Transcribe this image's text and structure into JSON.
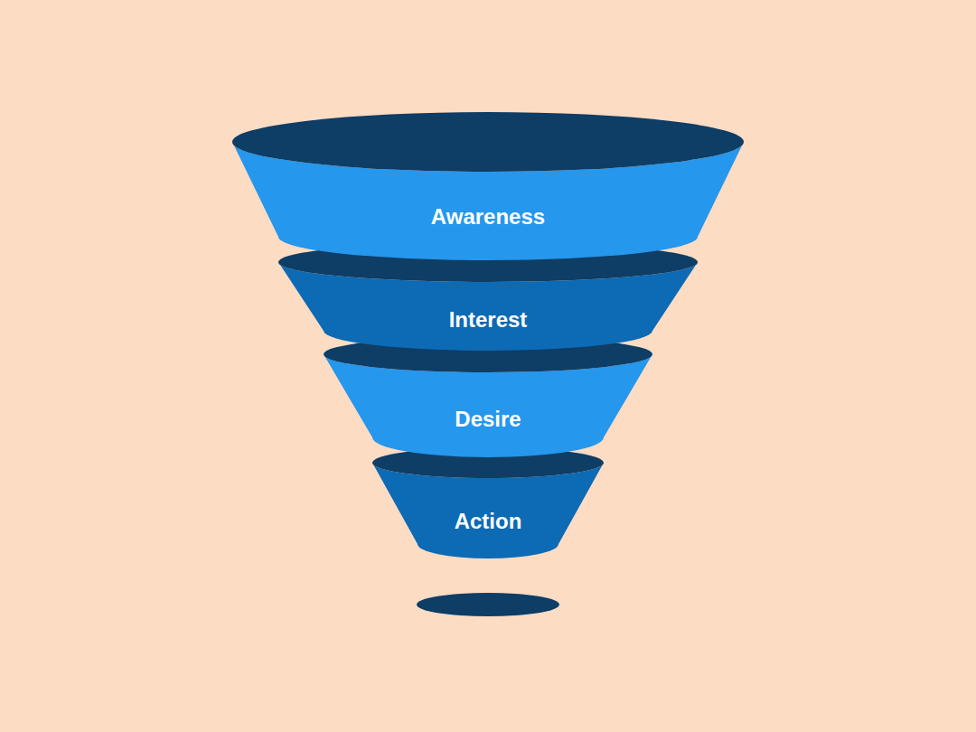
{
  "diagram": {
    "nodes": [
      {
        "text": [
          "Awareness"
        ]
      },
      {
        "text": [
          "Interest"
        ]
      },
      {
        "text": [
          "Desire"
        ]
      },
      {
        "text": [
          "Action"
        ]
      }
    ]
  }
}
